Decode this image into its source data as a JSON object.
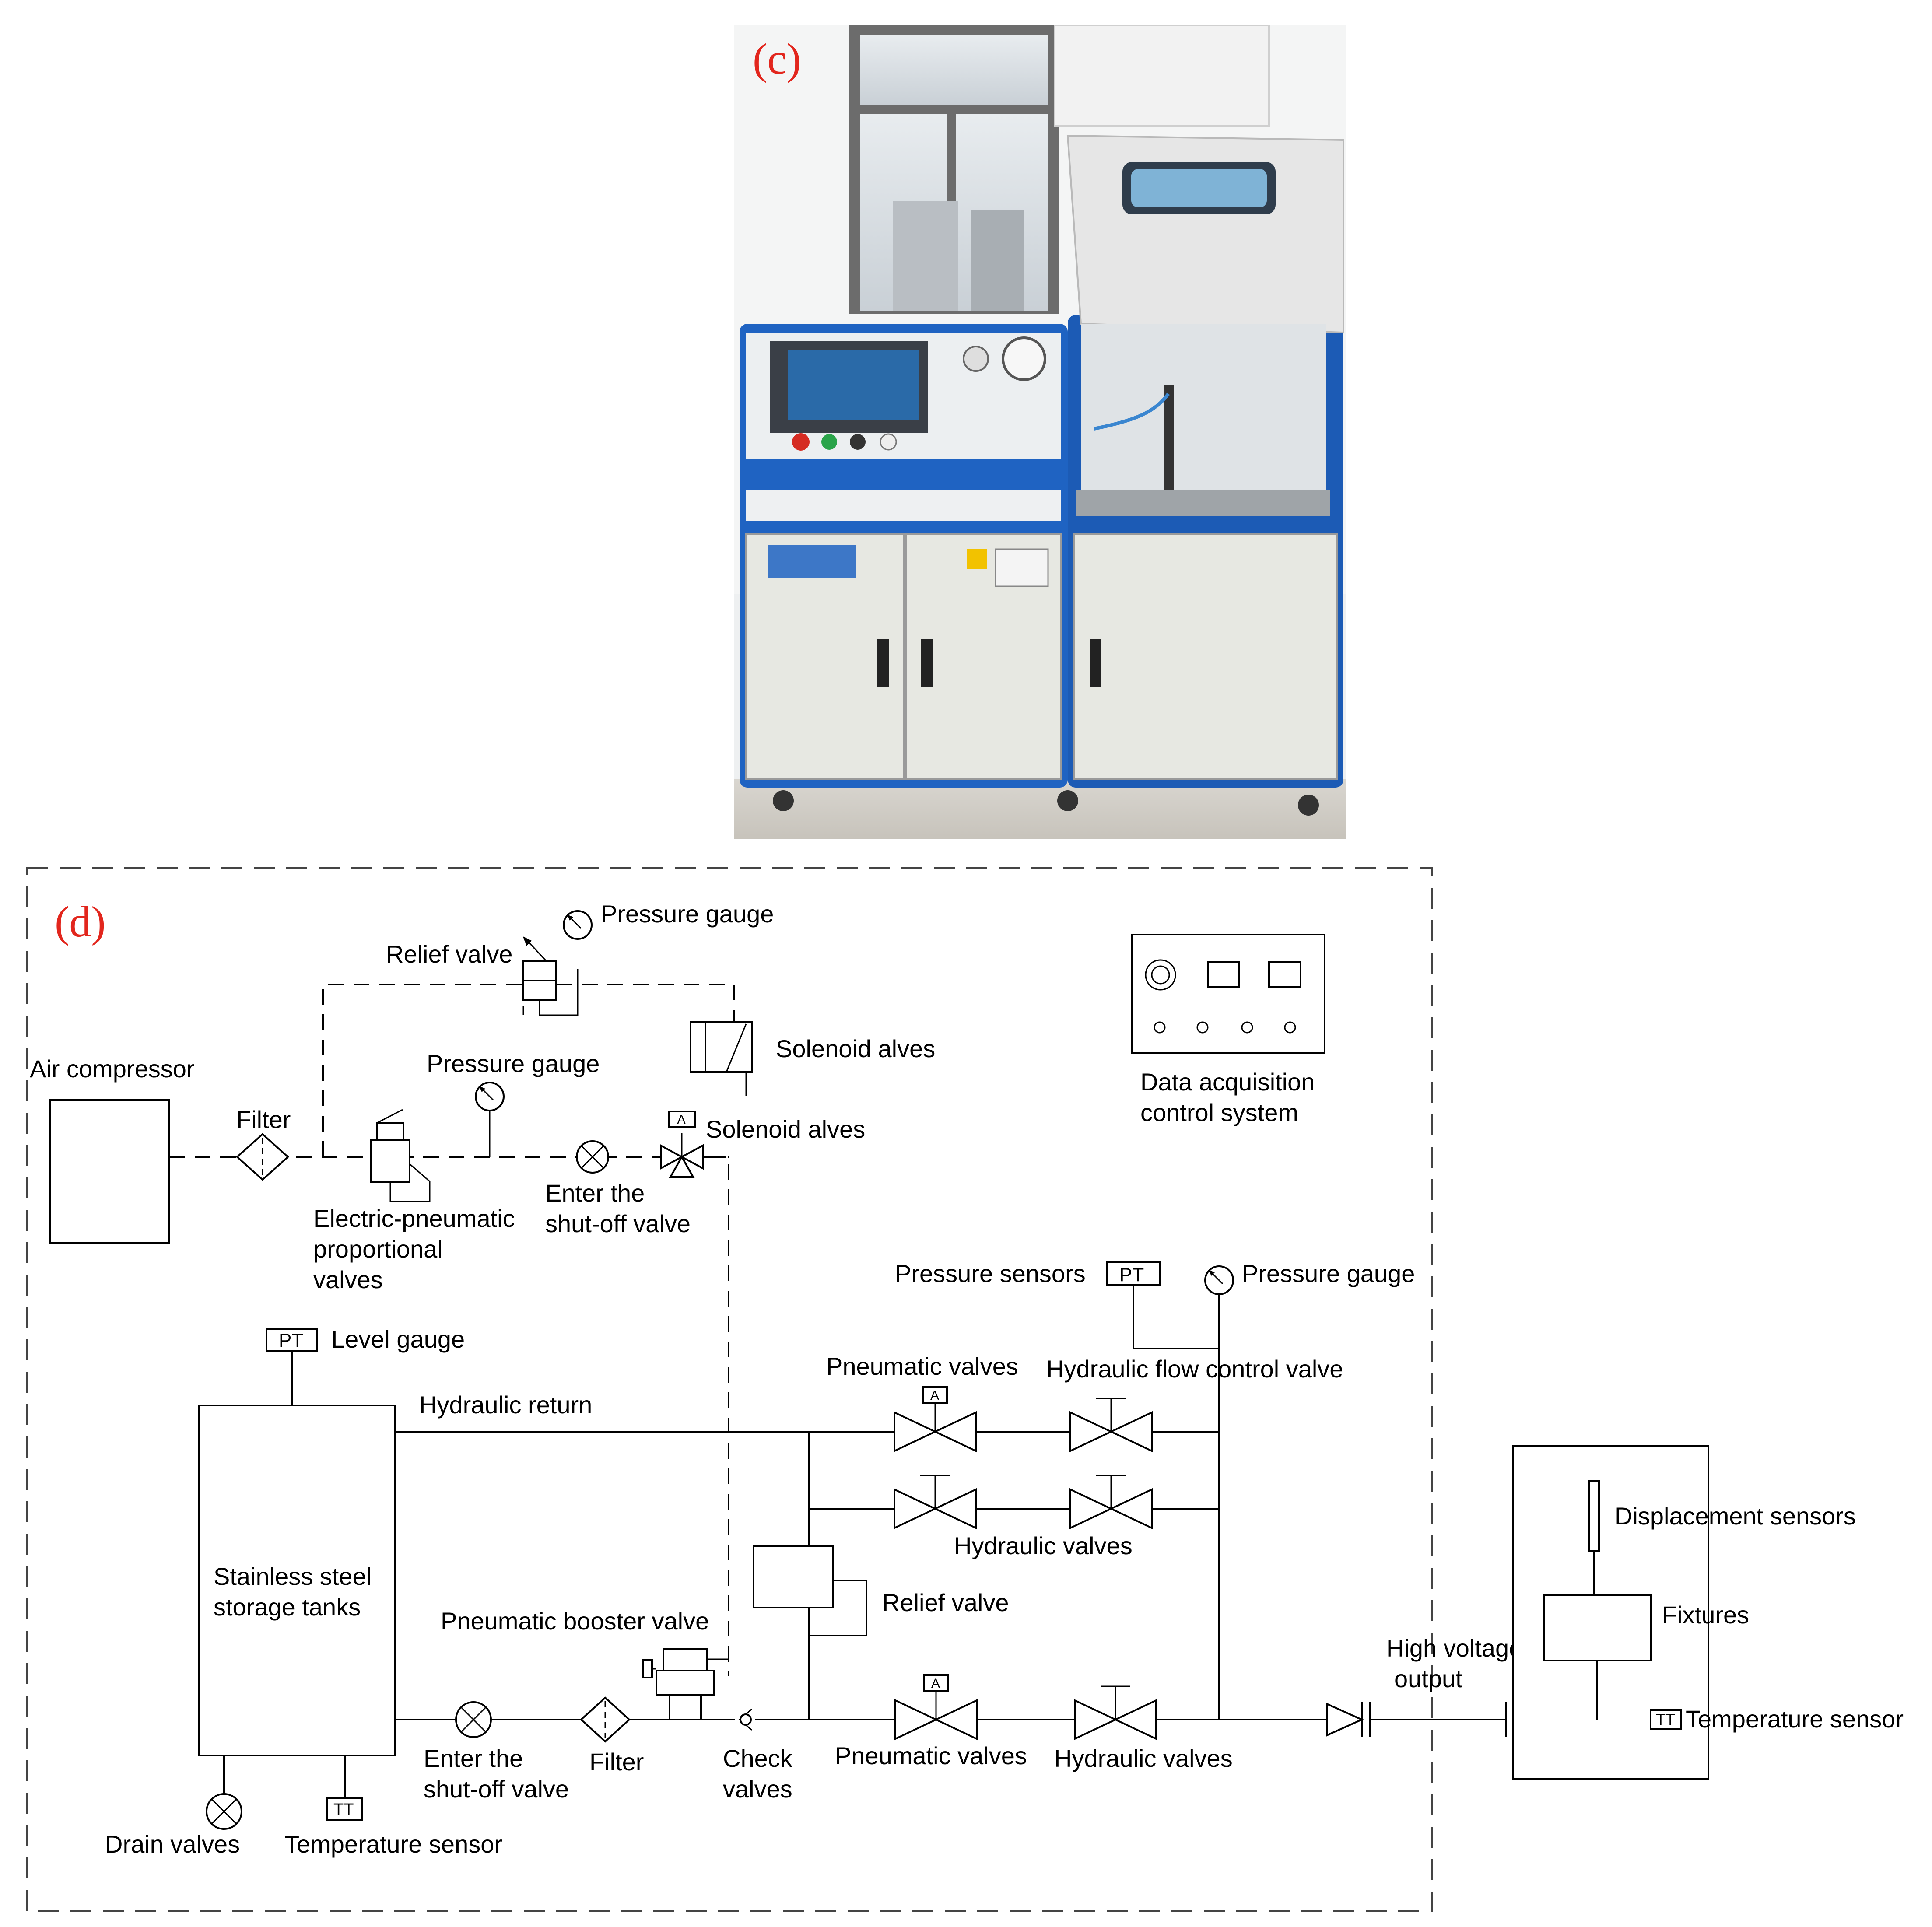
{
  "panel_c": {
    "tag": "(c)"
  },
  "panel_d": {
    "tag": "(d)",
    "labels": {
      "air_compressor": "Air compressor",
      "filter_top": "Filter",
      "relief_valve_top": "Relief valve",
      "pressure_gauge_top": "Pressure gauge",
      "solenoid_1": "Solenoid alves",
      "pressure_gauge_mid": "Pressure gauge",
      "solenoid_2": "Solenoid alves",
      "ep_valves_1": "Electric-pneumatic",
      "ep_valves_2": "proportional",
      "ep_valves_3": "valves",
      "shutoff_top_1": "Enter the",
      "shutoff_top_2": "shut-off valve",
      "daq_1": "Data acquisition",
      "daq_2": "control system",
      "pressure_sensors": "Pressure sensors",
      "pt_sensor": "PT",
      "pressure_gauge_right": "Pressure gauge",
      "pt_level": "PT",
      "level_gauge": "Level gauge",
      "pneumatic_valves_top": "Pneumatic valves",
      "hydraulic_flow_control": "Hydraulic flow control valve",
      "hydraulic_return": "Hydraulic return",
      "hydraulic_valves_mid": "Hydraulic valves",
      "tank_1": "Stainless steel",
      "tank_2": "storage tanks",
      "booster": "Pneumatic booster valve",
      "relief_valve_mid": "Relief valve",
      "displacement": "Displacement sensors",
      "fixtures": "Fixtures",
      "hv_1": "High voltage",
      "hv_2": "output",
      "tt_right": "TT",
      "temp_sensor_right": "Temperature sensor",
      "shutoff_bottom_1": "Enter the",
      "shutoff_bottom_2": "shut-off valve",
      "filter_bottom": "Filter",
      "check_1": "Check",
      "check_2": "valves",
      "pneumatic_valves_bottom": "Pneumatic valves",
      "hydraulic_valves_bottom": "Hydraulic valves",
      "drain": "Drain valves",
      "tt_bottom": "TT",
      "temp_sensor_bottom": "Temperature sensor",
      "actuator_a": "A"
    }
  }
}
